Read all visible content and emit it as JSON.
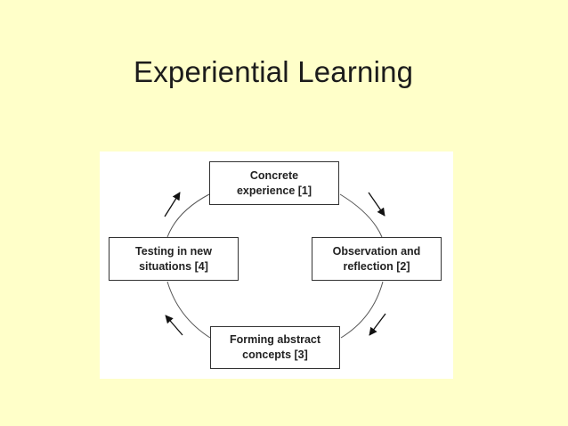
{
  "title": "Experiential Learning",
  "diagram": {
    "nodes": [
      {
        "id": "1",
        "label": "Concrete\nexperience [1]"
      },
      {
        "id": "2",
        "label": "Observation and\nreflection [2]"
      },
      {
        "id": "3",
        "label": "Forming abstract\nconcepts [3]"
      },
      {
        "id": "4",
        "label": "Testing in new\nsituations [4]"
      }
    ],
    "edges": [
      {
        "from": "1",
        "to": "2",
        "direction": "clockwise"
      },
      {
        "from": "2",
        "to": "3",
        "direction": "clockwise"
      },
      {
        "from": "3",
        "to": "4",
        "direction": "clockwise"
      },
      {
        "from": "4",
        "to": "1",
        "direction": "clockwise"
      }
    ],
    "colors": {
      "background": "#ffffc9",
      "panel": "#ffffff",
      "stroke": "#333333",
      "text": "#222222"
    }
  }
}
